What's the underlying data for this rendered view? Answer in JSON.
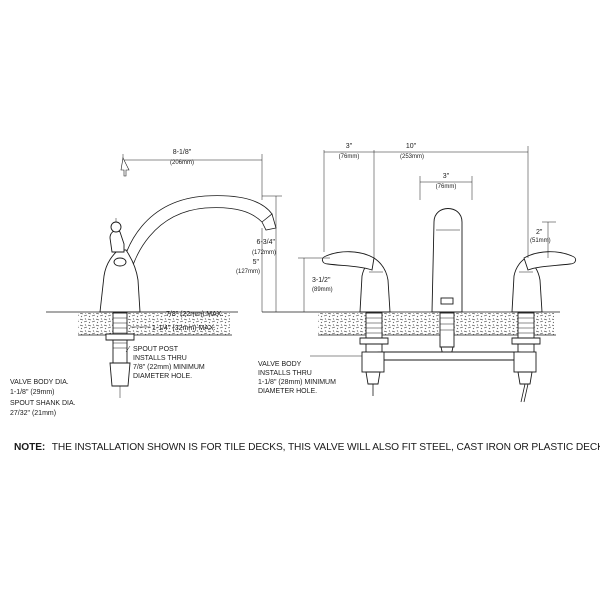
{
  "dimensions": {
    "left_reach": "8-1/8\"",
    "left_reach_mm": "(206mm)",
    "left_height": "6-3/4\"",
    "left_height_mm": "(172mm)",
    "left_spout_height": "5\"",
    "left_spout_height_mm": "(127mm)",
    "deck_max_1": "7/8\" (22mm) MAX.",
    "deck_max_2": "1-1/4\" (32mm) MAX.",
    "handle_offset": "3\"",
    "handle_offset_mm": "(76mm)",
    "overall_width": "10\"",
    "overall_width_mm": "(253mm)",
    "spout_offset": "3\"",
    "spout_offset_mm": "(76mm)",
    "handle_height": "3-1/2\"",
    "handle_height_mm": "(89mm)",
    "right_handle_height": "2\"",
    "right_handle_height_mm": "(51mm)"
  },
  "callouts": {
    "spout_post": [
      "SPOUT POST",
      "INSTALLS THRU",
      "7/8\" (22mm) MINIMUM",
      "DIAMETER HOLE."
    ],
    "valve_body_dia": [
      "VALVE BODY DIA.",
      "1-1/8\" (29mm)",
      "SPOUT SHANK DIA.",
      "27/32\" (21mm)"
    ],
    "valve_body_installs": [
      "VALVE BODY",
      "INSTALLS THRU",
      "1-1/8\" (28mm) MINIMUM",
      "DIAMETER HOLE."
    ]
  },
  "note": {
    "label": "NOTE:",
    "text": "THE INSTALLATION SHOWN IS FOR TILE DECKS, THIS VALVE WILL ALSO FIT STEEL, CAST IRON OR PLASTIC DECKS"
  }
}
